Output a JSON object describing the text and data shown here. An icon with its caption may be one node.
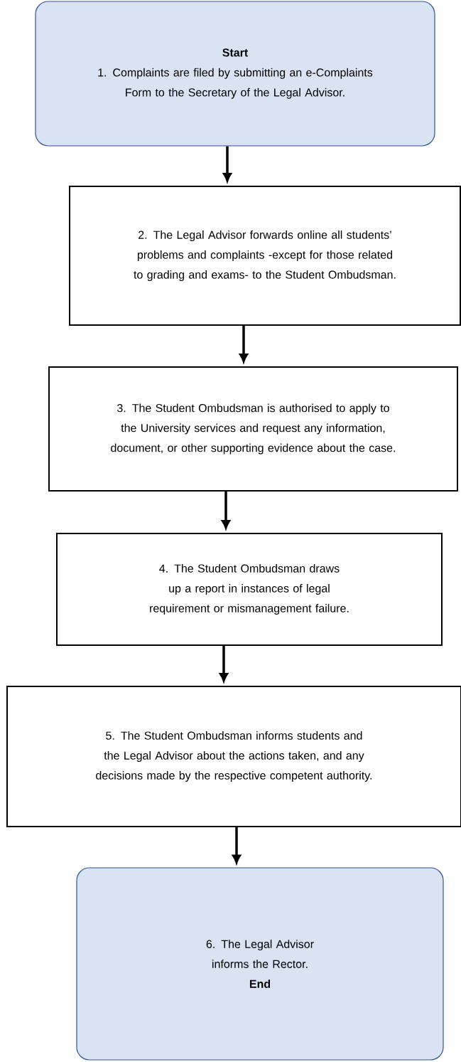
{
  "diagram": {
    "nodes": [
      {
        "text": [
          "Start",
          "1. Complaints are filed by submitting an e-Complaints Form to the Secretary of the Legal Advisor."
        ]
      },
      {
        "text": [
          "2. The Legal Advisor forwards online all students’ problems and complaints -except for those related to grading and exams- to the Student Ombudsman."
        ]
      },
      {
        "text": [
          "3. The Student Ombudsman is authorised to apply to the University services and request any information, document, or other supporting evidence about the case."
        ]
      },
      {
        "text": [
          "4. The Student Ombudsman draws up a report in instances of legal requirement or mismanagement failure."
        ]
      },
      {
        "text": [
          "5. The Student Ombudsman informs students and the Legal Advisor about the actions taken, and any decisions made by the respective competent authority."
        ]
      },
      {
        "text": [
          "6. The Legal Advisor informs the Rector.",
          "End"
        ]
      }
    ],
    "edges": [
      {
        "from": 0,
        "to": 1,
        "arrow": "to"
      },
      {
        "from": 1,
        "to": 2,
        "arrow": "to"
      },
      {
        "from": 2,
        "to": 3,
        "arrow": "to"
      },
      {
        "from": 3,
        "to": 4,
        "arrow": "to"
      },
      {
        "from": 4,
        "to": 5,
        "arrow": "to"
      }
    ]
  }
}
